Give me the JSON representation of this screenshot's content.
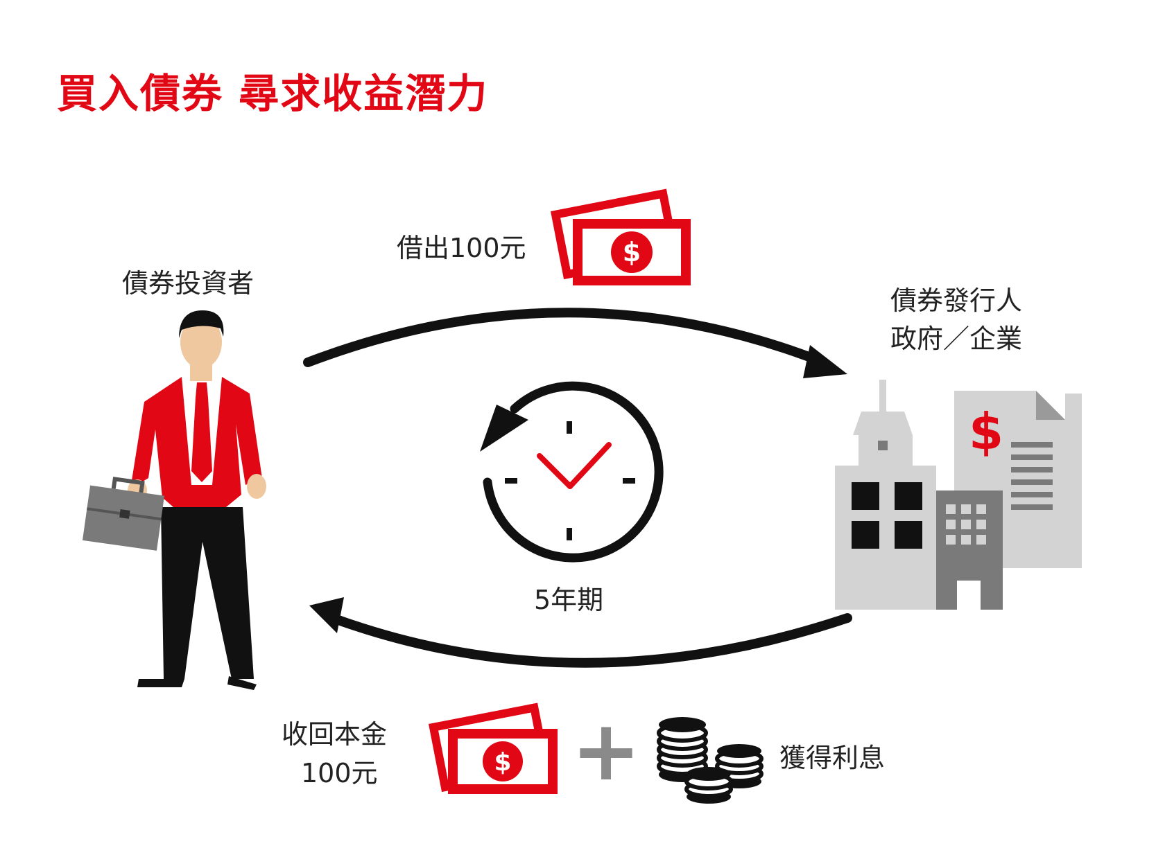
{
  "title": "買入債券  尋求收益潛力",
  "labels": {
    "investor": "債券投資者",
    "lend": "借出100元",
    "issuer_line1": "債券發行人",
    "issuer_line2": "政府／企業",
    "term": "5年期",
    "principal_line1": "收回本金",
    "principal_line2": "100元",
    "interest": "獲得利息"
  },
  "icons": {
    "banknote_symbol": "$",
    "plus_symbol": "+"
  },
  "colors": {
    "accent_red": "#e20714",
    "black": "#111111",
    "light_gray": "#d3d3d3",
    "dark_gray": "#7a7a7a",
    "text": "#222222"
  }
}
